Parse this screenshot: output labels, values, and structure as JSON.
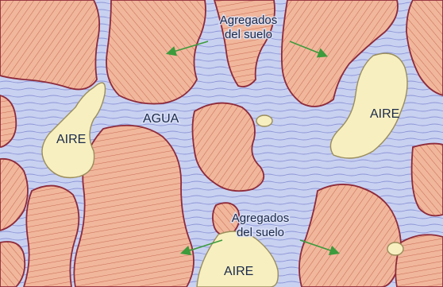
{
  "labels": {
    "agregados_top": [
      "Agregados",
      "del suelo"
    ],
    "agregados_bottom": [
      "Agregados",
      "del suelo"
    ],
    "agua": "AGUA",
    "aire_left": "AIRE",
    "aire_right": "AIRE",
    "aire_bottom": "AIRE"
  },
  "colors": {
    "water": "#c9d1f1",
    "water_lines": "#8d96d6",
    "aggregate": "#f1b79c",
    "aggregate_lines": "#c96f5a",
    "aggregate_border": "#8e2a3a",
    "air": "#f7efc0",
    "air_border": "#9a8d5a",
    "arrow": "#3c9b3c",
    "text": "#1b2a4a"
  }
}
